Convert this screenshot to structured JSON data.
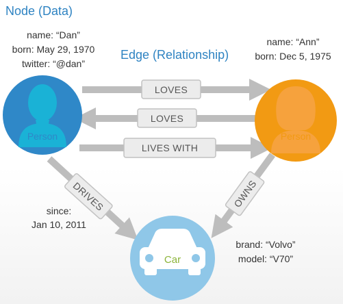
{
  "titles": {
    "node": "Node (Data)",
    "edge": "Edge (Relationship)"
  },
  "dan": {
    "props": [
      "name: “Dan”",
      "born: May 29, 1970",
      "twitter: “@dan”"
    ],
    "label": "Person"
  },
  "ann": {
    "props": [
      "name: “Ann”",
      "born:  Dec 5, 1975"
    ],
    "label": "Person"
  },
  "car": {
    "props": [
      "brand: “Volvo”",
      "model: “V70”"
    ],
    "label": "Car"
  },
  "drives": {
    "label": "DRIVES",
    "props": [
      "since:",
      "Jan 10, 2011"
    ]
  },
  "edges": {
    "loves_1": "LOVES",
    "loves_2": "LOVES",
    "lives_with": "LIVES WITH",
    "owns": "OWNS"
  },
  "colors": {
    "title": "#2e83c2",
    "person_node": "#2f88c8",
    "dan_icon": "#1ab2d6",
    "ann_node": "#f29a13",
    "ann_icon": "#f6a23d",
    "car_node": "#8fc7e8",
    "car_label": "#8cb43a",
    "arrow": "#bdbdbd",
    "edge_label_box": "#ececec"
  },
  "icons": {
    "dan": "person-silhouette-icon",
    "ann": "person-silhouette-icon",
    "car": "car-icon"
  }
}
